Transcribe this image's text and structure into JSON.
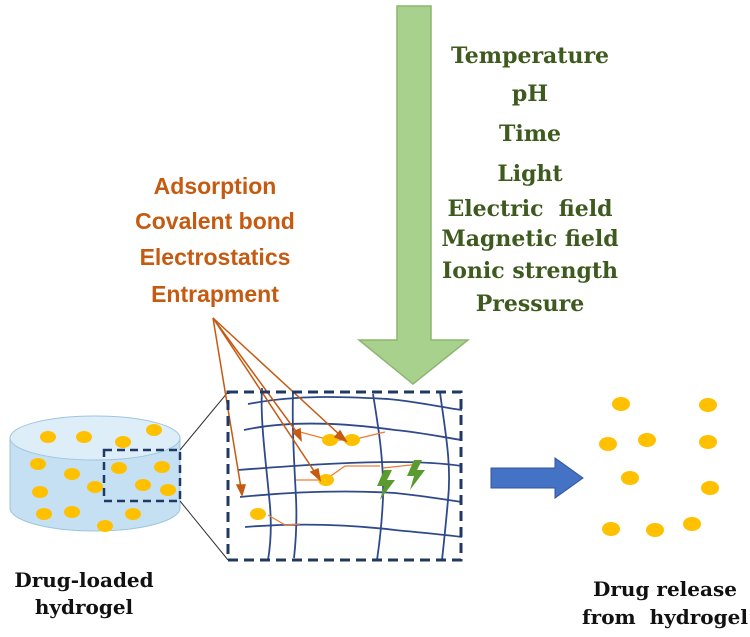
{
  "stimuli": [
    "Temperature",
    "pH",
    "Time",
    "Light",
    "Electric  field",
    "Magnetic field",
    "Ionic strength",
    "Pressure"
  ],
  "mechanisms": [
    "Adsorption",
    "Covalent bond",
    "Electrostatics",
    "Entrapment"
  ],
  "captions": {
    "loaded_line1": "Drug-loaded",
    "loaded_line2": "hydrogel",
    "release_line1": "Drug release",
    "release_line2": "from  hydrogel"
  },
  "colors": {
    "stimulus_arrow": "#a9d18e",
    "stimulus_text": "#3e5a1e",
    "mechanism_text": "#c55a11",
    "drug_particle": "#ffc000",
    "network_line": "#2f4a8a",
    "release_arrow": "#4472c4",
    "cylinder": "#c5e0f2"
  }
}
